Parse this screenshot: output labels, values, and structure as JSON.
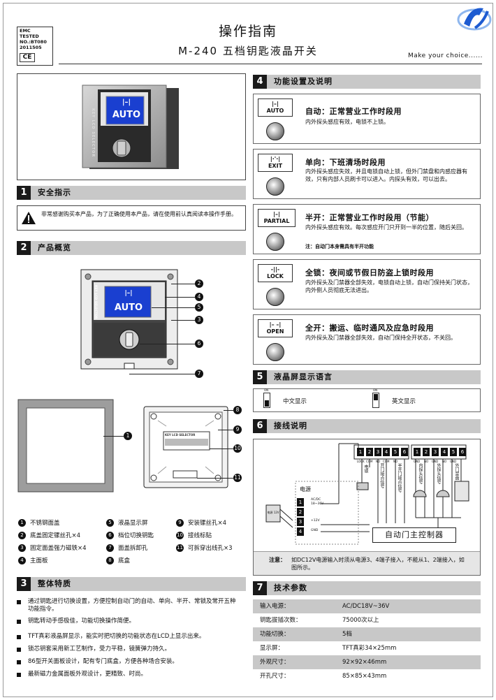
{
  "header": {
    "emc_lines": [
      "EMC TESTED",
      "NO.:BT080",
      "2011505"
    ],
    "ce_mark": "CE",
    "title": "操作指南",
    "subtitle": "M-240  五档钥匙液晶开关",
    "slogan": "Make your choice......",
    "logo_icon": "brand-logo-icon"
  },
  "product_photo": {
    "side_label": "KEY LCD SELECTOR",
    "lcd_glyph": "|–|",
    "lcd_text": "AUTO"
  },
  "section1": {
    "num": "1",
    "title": "安全指示",
    "warning": "非常感谢购买本产品，为了正确使用本产品，请在使用前认真阅读本操作手册。"
  },
  "section2": {
    "num": "2",
    "title": "产品概览",
    "panel_side_label": "KEY LCD SELECTOR",
    "lcd_glyph": "|–|",
    "lcd_text": "AUTO",
    "terminal_strip_label": "KEY LCD SELECTOR",
    "callouts": [
      "1",
      "2",
      "3",
      "4",
      "5",
      "6",
      "7",
      "8",
      "9",
      "10",
      "11"
    ],
    "legend": [
      {
        "n": "1",
        "text": "不锈钢面盖"
      },
      {
        "n": "2",
        "text": "底盖固定镙丝孔×4"
      },
      {
        "n": "3",
        "text": "固定面盖强力磁铁×4"
      },
      {
        "n": "4",
        "text": "主面板"
      },
      {
        "n": "5",
        "text": "液晶显示屏"
      },
      {
        "n": "6",
        "text": "档位切换钥匙"
      },
      {
        "n": "7",
        "text": "面盖拆卸孔"
      },
      {
        "n": "8",
        "text": "底盒"
      },
      {
        "n": "9",
        "text": "安装镙丝孔×4"
      },
      {
        "n": "10",
        "text": "接线标贴"
      },
      {
        "n": "11",
        "text": "可拆穿出线孔×3"
      }
    ]
  },
  "section3": {
    "num": "3",
    "title": "整体特质",
    "items": [
      "通过钥匙进行切换设置，方便控制自动门的自动、单向、半开、常锁及常开五种功能指令。",
      "钥匙转动手感极佳，功能切换操作简便。",
      "TFT真彩液晶屏显示，能实时把切换的功能状态在LCD上显示出来。",
      "锁芯钥套采用新工艺制作，受力平稳，镜簧弹力持久。",
      "86型开关面板设计，配有专门底盒，方便各种场合安装。",
      "最新磁力金属面板外观设计，更精致、时尚。"
    ]
  },
  "section4": {
    "num": "4",
    "title": "功能设置及说明",
    "modes": [
      {
        "glyph": "|–|",
        "label": "AUTO",
        "title": "自动：正常营业工作时段用",
        "desc": "内外探头感应有效，电锁不上锁。",
        "note": ""
      },
      {
        "glyph": "|·'·|",
        "label": "EXIT",
        "title": "单向：下班清场时段用",
        "desc": "内外探头感应失效，并且电锁自动上锁，但外门禁盘和内感应器有效，只有内部人员刷卡可以进入。内探头有效，可以出去。",
        "note": ""
      },
      {
        "glyph": "|–|",
        "label": "PARTIAL",
        "title": "半开：正常营业工作时段用（节能）",
        "desc": "内外探头感应有效。每次感应开门只开到一半的位置，随后关回。",
        "note": "注：自动门本身需具有半开功能"
      },
      {
        "glyph": "-||-",
        "label": "LOCK",
        "title": "全锁：夜间或节假日防盗上锁时段用",
        "desc": "内外探头及门禁器全部失效，电锁自动上锁，自动门保持关门状态，内外侧人员彻底无法进出。",
        "note": ""
      },
      {
        "glyph": "|–  –|",
        "label": "OPEN",
        "title": "全开：搬运、临时通风及应急时段用",
        "desc": "内外探头及门禁器全部失效，自动门保持全开状态，不关回。",
        "note": ""
      }
    ]
  },
  "section5": {
    "num": "5",
    "title": "液晶屏显示语言",
    "options": [
      "中文显示",
      "英文显示"
    ],
    "switch_marks": [
      "ON",
      "ON"
    ]
  },
  "section6": {
    "num": "6",
    "title": "接线说明",
    "terminals_left": [
      "1",
      "2",
      "3",
      "4",
      "5",
      "6"
    ],
    "terminals_right": [
      "1",
      "2",
      "3",
      "4",
      "5",
      "6"
    ],
    "term_labels_left": [
      "LOCK",
      "COM",
      "NO",
      "COM",
      "NO"
    ],
    "term_labels_right": [
      "GND",
      "NO",
      "GND",
      "NO",
      "GND"
    ],
    "power_title": "电源",
    "power_terms": [
      "1",
      "2",
      "3",
      "4"
    ],
    "power_labels": [
      "AC/DC 18~36V",
      "+12V",
      "GND"
    ],
    "power_device_label": "电源 12V",
    "controller": "自动门主控制器",
    "devices": [
      "电锁",
      "开门接点信号",
      "半开门接点信号",
      "内探头信号",
      "外探头信号",
      "外门禁盘"
    ],
    "note_label": "注意：",
    "note": "如DC12V电源输入时须从电源3、4端子接入，不能从1、2端接入，如图所示。"
  },
  "section7": {
    "num": "7",
    "title": "技术参数",
    "rows": [
      {
        "k": "输入电源：",
        "v": "AC/DC18V~36V"
      },
      {
        "k": "钥匙拔插次数：",
        "v": "75000次以上"
      },
      {
        "k": "功能切换：",
        "v": "5档"
      },
      {
        "k": "显示屏：",
        "v": "TFT真彩34×25mm"
      },
      {
        "k": "外观尺寸：",
        "v": "92×92×46mm"
      },
      {
        "k": "开孔尺寸：",
        "v": "85×85×43mm"
      }
    ]
  },
  "colors": {
    "section_bar": "#c8c8c8",
    "dark": "#1a1a1a",
    "lcd_blue": "#1a3fd0",
    "logo_blue": "#1d5bd1"
  }
}
